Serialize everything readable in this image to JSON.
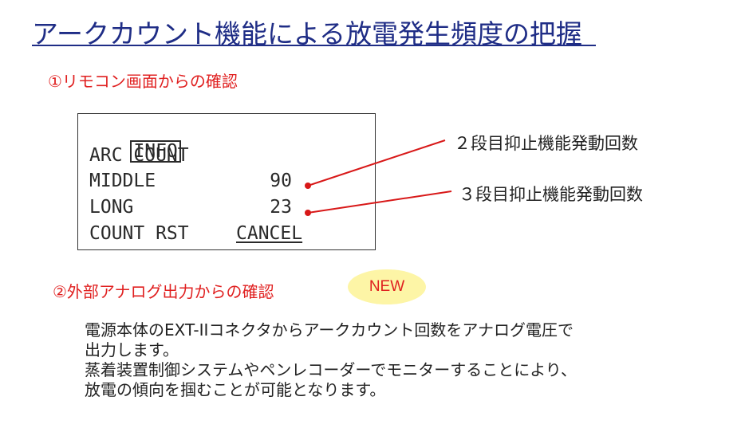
{
  "title": "アークカウント機能による放電発生頻度の把握",
  "section1": {
    "heading": "①リモコン画面からの確認"
  },
  "lcd": {
    "title": "INFO",
    "row_arc": "ARC COUNT",
    "row_middle_label": "MIDDLE",
    "row_middle_value": "90",
    "row_long_label": "LONG",
    "row_long_value": "23",
    "row_count_rst": "COUNT RST",
    "row_cancel": "CANCEL"
  },
  "callouts": {
    "middle": "２段目抑止機能発動回数",
    "long": "３段目抑止機能発動回数"
  },
  "section2": {
    "heading": "②外部アナログ出力からの確認",
    "badge": "NEW",
    "lines": [
      "電源本体のEXT-IIコネクタからアークカウント回数をアナログ電圧で",
      "出力します。",
      "蒸着装置制御システムやペンレコーダーでモニターすることにより、",
      "放電の傾向を掴むことが可能となります。"
    ]
  },
  "colors": {
    "title": "#1f2d86",
    "heading": "#e02020",
    "badge_bg": "#fdf5a6",
    "leader": "#d81818"
  }
}
